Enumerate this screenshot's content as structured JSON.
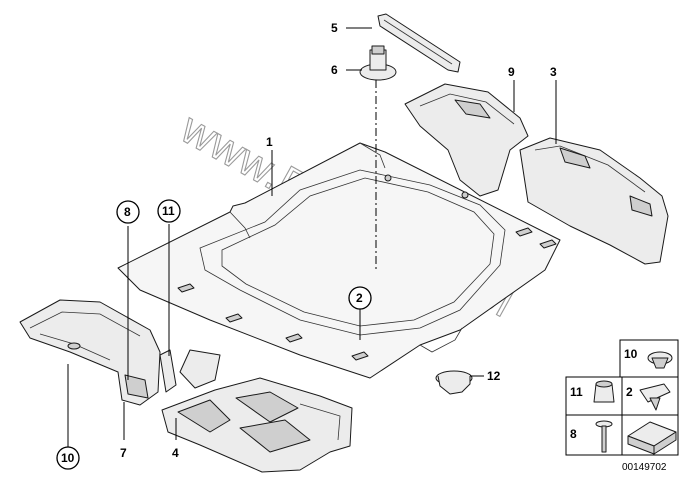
{
  "watermark": "www.BMWstore.pl",
  "labels": {
    "p1": "1",
    "p2": "2",
    "p3": "3",
    "p4": "4",
    "p5": "5",
    "p6": "6",
    "p7": "7",
    "p8": "8",
    "p9": "9",
    "p10": "10",
    "p11": "11",
    "p12": "12"
  },
  "legend": {
    "p10": "10",
    "p11": "11",
    "p2": "2",
    "p8": "8"
  },
  "reference_number": "00149702"
}
